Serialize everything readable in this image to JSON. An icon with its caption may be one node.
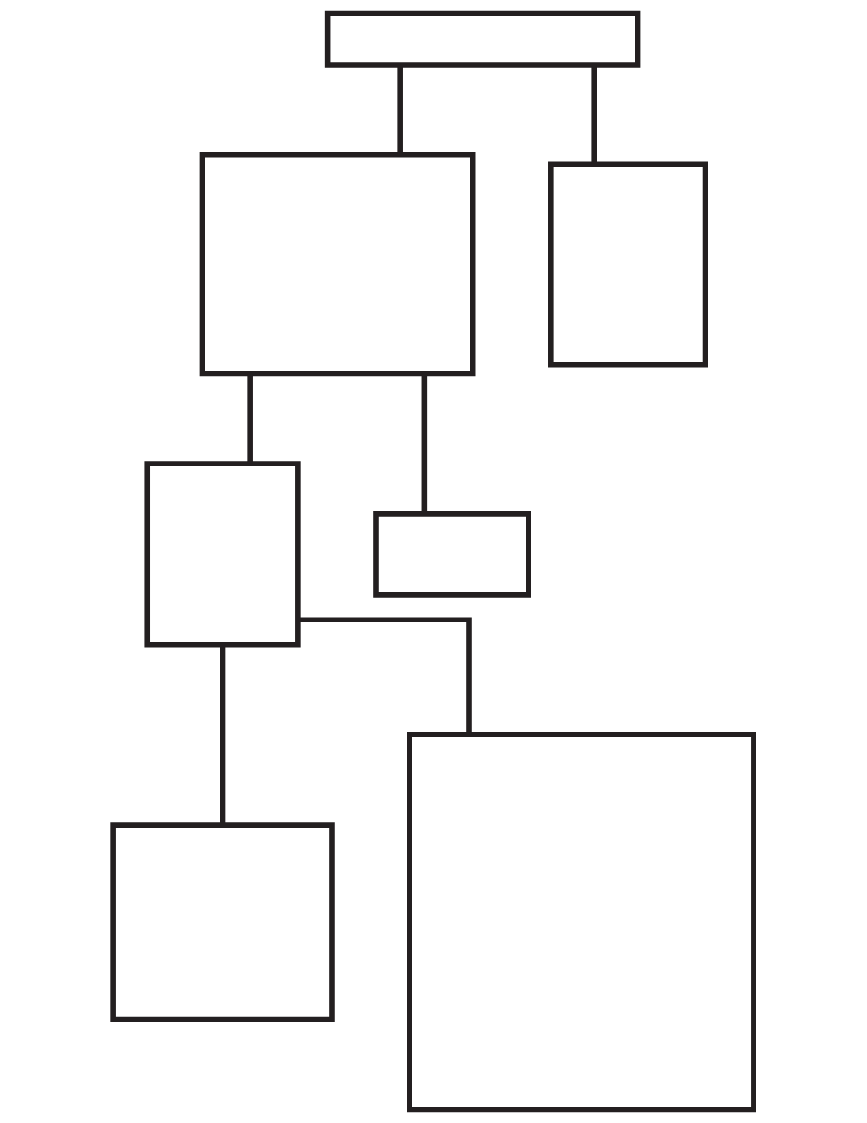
{
  "diagram": {
    "nodes": [
      {
        "text": [],
        "shape": "box"
      },
      {
        "text": [],
        "shape": "box"
      },
      {
        "text": [],
        "shape": "box"
      },
      {
        "text": [],
        "shape": "box"
      },
      {
        "text": [],
        "shape": "box"
      },
      {
        "text": [],
        "shape": "box"
      },
      {
        "text": [],
        "shape": "box"
      }
    ],
    "edges": [
      {
        "from": 0,
        "to": 1,
        "arrow": "none"
      },
      {
        "from": 0,
        "to": 2,
        "arrow": "none"
      },
      {
        "from": 1,
        "to": 3,
        "arrow": "none"
      },
      {
        "from": 1,
        "to": 4,
        "arrow": "none"
      },
      {
        "from": 3,
        "to": 5,
        "arrow": "none"
      },
      {
        "from": 3,
        "to": 6,
        "arrow": "none"
      }
    ]
  }
}
